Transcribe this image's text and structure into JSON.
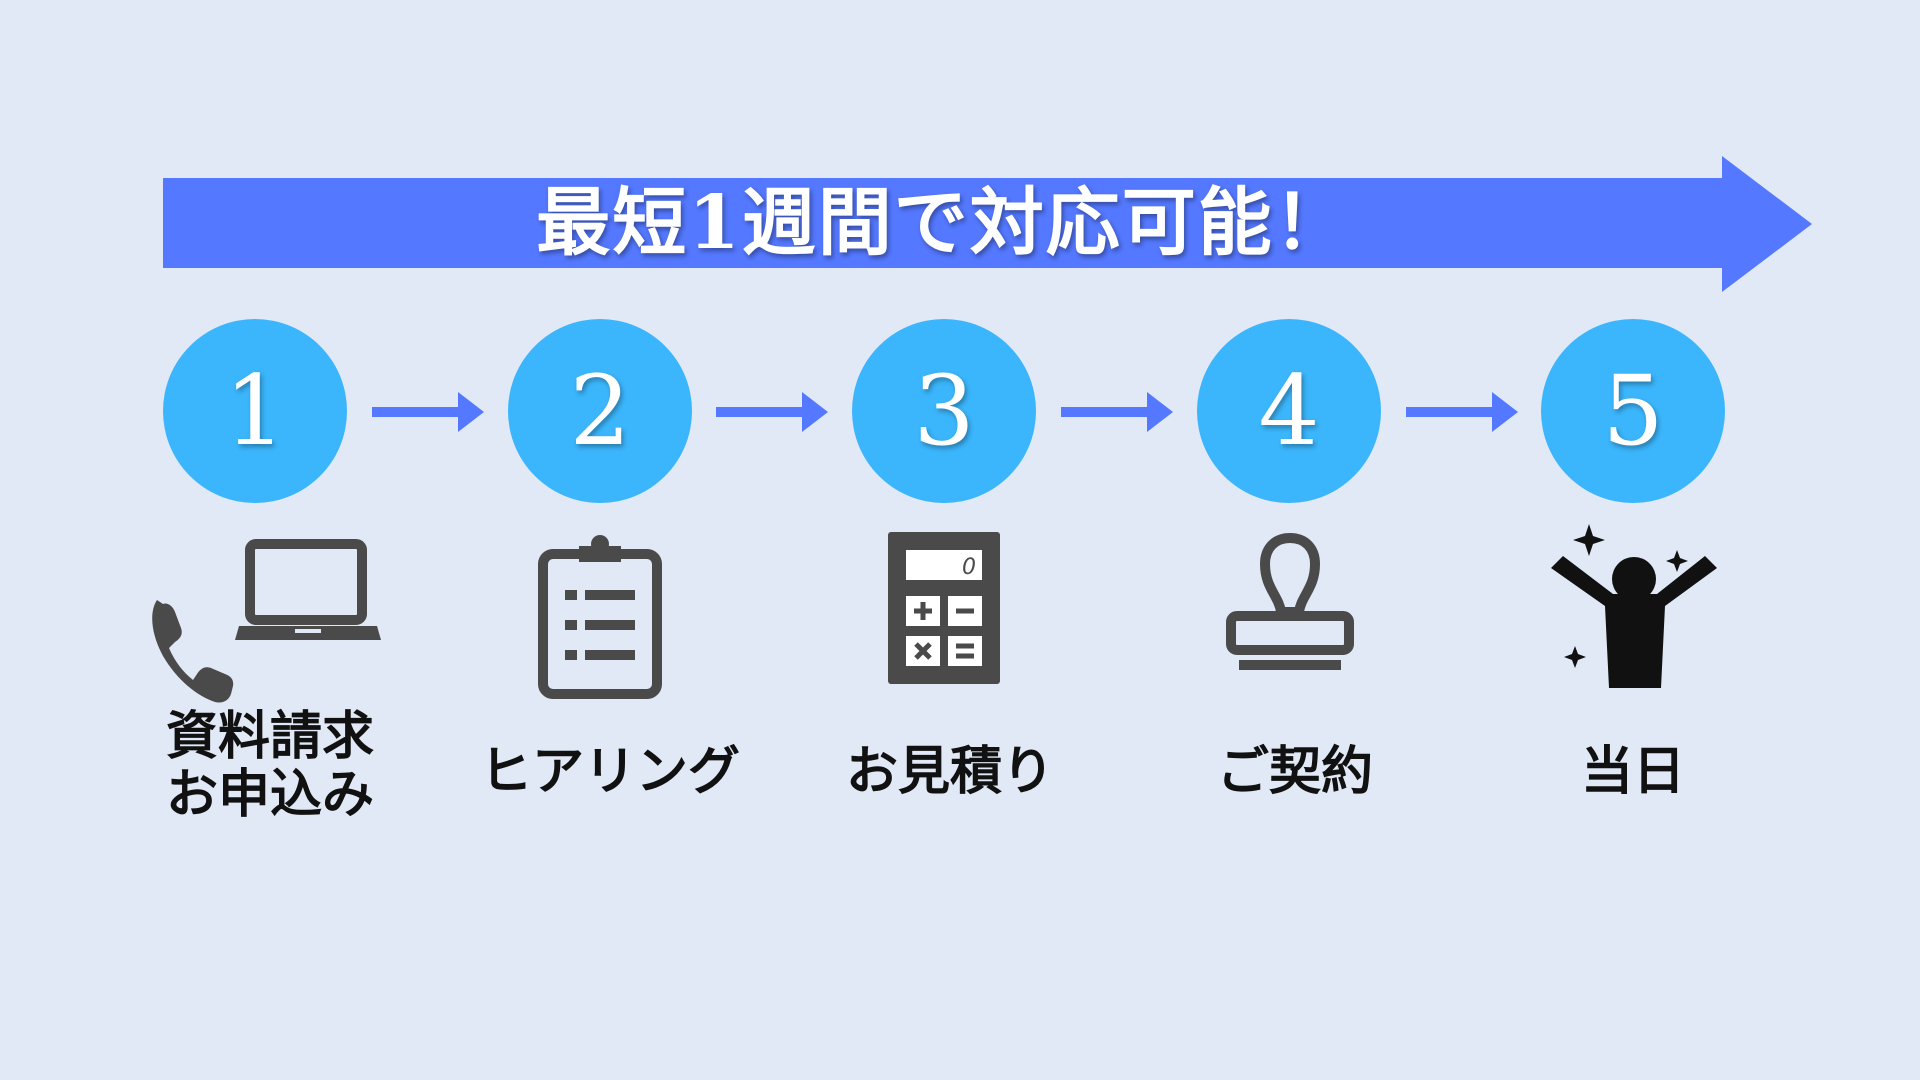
{
  "banner": {
    "title": "最短1週間で対応可能！",
    "color": "#5478ff"
  },
  "colors": {
    "background": "#e1e9f7",
    "circle": "#3bb5fb",
    "connector": "#5478ff",
    "icon": "#4a4a4a"
  },
  "steps": [
    {
      "number": "1",
      "label_line1": "資料請求",
      "label_line2": "お申込み",
      "icons": [
        "phone-icon",
        "laptop-icon"
      ]
    },
    {
      "number": "2",
      "label": "ヒアリング",
      "icons": [
        "clipboard-icon"
      ]
    },
    {
      "number": "3",
      "label": "お見積り",
      "icons": [
        "calculator-icon"
      ]
    },
    {
      "number": "4",
      "label": "ご契約",
      "icons": [
        "stamp-icon"
      ]
    },
    {
      "number": "5",
      "label": "当日",
      "icons": [
        "celebrating-person-icon"
      ]
    }
  ],
  "calculator": {
    "display": "0"
  }
}
